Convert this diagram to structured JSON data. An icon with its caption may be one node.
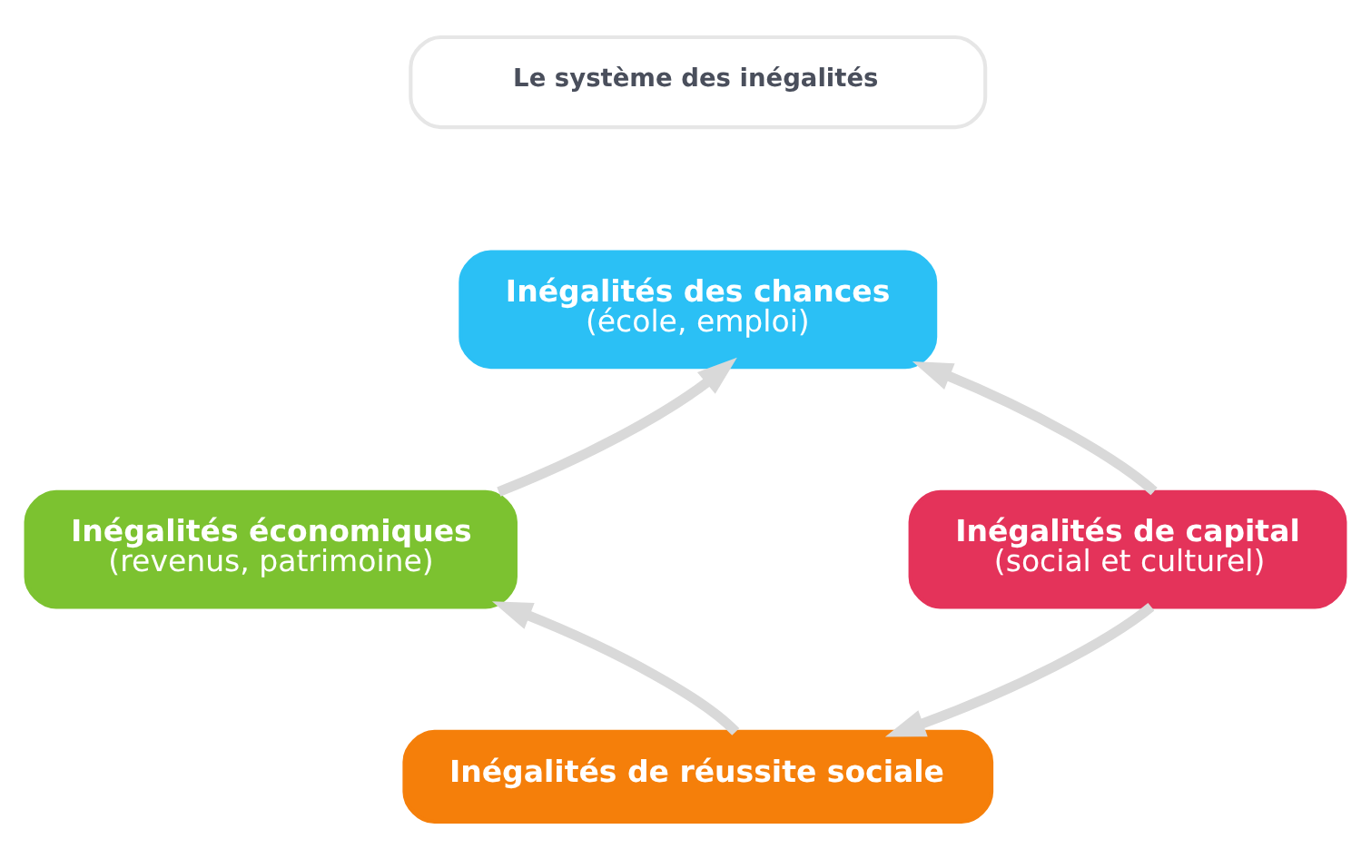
{
  "diagram": {
    "nodes": [
      {
        "text": [
          "Le système des inégalités"
        ]
      },
      {
        "text": [
          "Inégalités des chances",
          "(école, emploi)"
        ]
      },
      {
        "text": [
          "Inégalités économiques",
          "(revenus, patrimoine)"
        ]
      },
      {
        "text": [
          "Inégalités de capital",
          "(social et culturel)"
        ]
      },
      {
        "text": [
          "Inégalités de réussite sociale"
        ]
      }
    ],
    "edges": [
      {
        "from": 2,
        "to": 1,
        "arrow": "to"
      },
      {
        "from": 3,
        "to": 1,
        "arrow": "to"
      },
      {
        "from": 3,
        "to": 4,
        "arrow": "to"
      },
      {
        "from": 4,
        "to": 2,
        "arrow": "to"
      }
    ]
  }
}
